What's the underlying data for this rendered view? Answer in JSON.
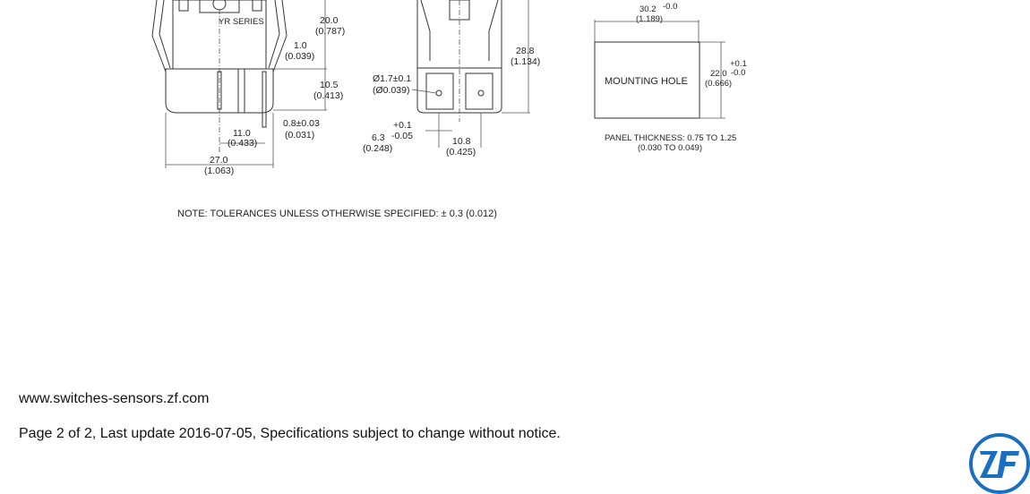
{
  "drawing": {
    "side_view": {
      "series_label": "YR SERIES",
      "dims": {
        "d20": "20.0",
        "d20_in": "(0.787)",
        "d1": "1.0",
        "d1_in": "(0.039)",
        "d10_5": "10.5",
        "d10_5_in": "(0.413)",
        "d0_8": "0.8±0.03",
        "d0_8_in": "(0.031)",
        "d11": "11.0",
        "d11_in": "(0.433)",
        "d27": "27.0",
        "d27_in": "(1.063)"
      }
    },
    "front_view": {
      "dims": {
        "hole": "Ø1.7±0.1",
        "hole_in": "(Ø0.039)",
        "d28_8": "28.8",
        "d28_8_in": "(1.134)",
        "d6_3": "6.3",
        "d6_3_tol_plus": "+0.1",
        "d6_3_tol_minus": "-0.05",
        "d6_3_in": "(0.248)",
        "d10_8": "10.8",
        "d10_8_in": "(0.425)"
      }
    },
    "mounting_hole": {
      "label": "MOUNTING HOLE",
      "width": "30.2",
      "width_tol_minus": "-0.0",
      "width_in": "(1.189)",
      "height": "22.0",
      "height_tol_plus": "+0.1",
      "height_tol_minus": "-0.0",
      "height_in": "(0.666)",
      "panel_thickness": "PANEL THICKNESS: 0.75 TO 1.25",
      "panel_thickness_in": "(0.030 TO 0.049)"
    },
    "note": "NOTE: TOLERANCES UNLESS OTHERWISE SPECIFIED: ± 0.3 (0.012)"
  },
  "footer": {
    "website": "www.switches-sensors.zf.com",
    "page_info": "Page 2 of 2, Last update 2016-07-05, Specifications subject to change without notice."
  },
  "logo": {
    "text": "ZF",
    "color": "#1a6fc0"
  }
}
